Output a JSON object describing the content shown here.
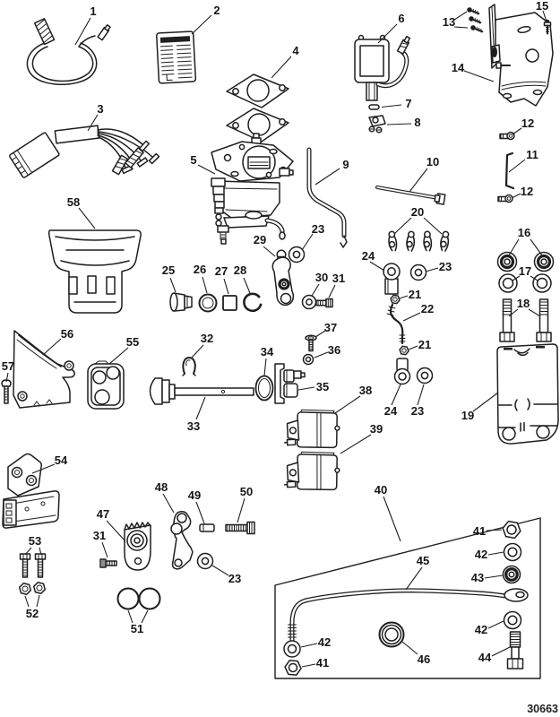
{
  "figure": {
    "drawing_number": "30663"
  },
  "callouts": {
    "n1": "1",
    "n2": "2",
    "n3": "3",
    "n4": "4",
    "n5": "5",
    "n6": "6",
    "n7": "7",
    "n8": "8",
    "n9": "9",
    "n10": "10",
    "n11": "11",
    "n12": "12",
    "n13": "13",
    "n14": "14",
    "n15": "15",
    "n16": "16",
    "n17": "17",
    "n18": "18",
    "n19": "19",
    "n20": "20",
    "n21": "21",
    "n22": "22",
    "n23": "23",
    "n24": "24",
    "n25": "25",
    "n26": "26",
    "n27": "27",
    "n28": "28",
    "n29": "29",
    "n30": "30",
    "n31": "31",
    "n32": "32",
    "n33": "33",
    "n34": "34",
    "n35": "35",
    "n36": "36",
    "n37": "37",
    "n38": "38",
    "n39": "39",
    "n40": "40",
    "n41": "41",
    "n42": "42",
    "n43": "43",
    "n44": "44",
    "n45": "45",
    "n46": "46",
    "n47": "47",
    "n48": "48",
    "n49": "49",
    "n50": "50",
    "n51": "51",
    "n52": "52",
    "n53": "53",
    "n54": "54",
    "n55": "55",
    "n56": "56",
    "n57": "57",
    "n58": "58"
  }
}
